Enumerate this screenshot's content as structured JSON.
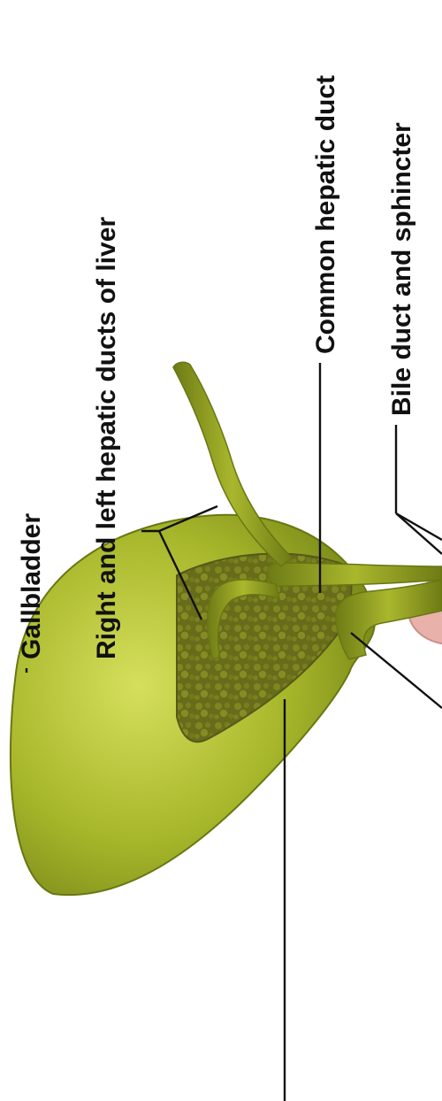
{
  "labels": {
    "gallbladder": "Gallbladder",
    "hepatic_ducts": "Right and left hepatic ducts of liver",
    "common_hepatic": "Common hepatic duct",
    "bile_duct": "Bile duct and sphincter"
  },
  "colors": {
    "organ": "#8f9e1f",
    "organ_light": "#c7d24a",
    "organ_dark": "#5f6b12",
    "mucosa": "#5e6418",
    "pancreas_hint": "#e9b3ad",
    "leader": "#111111"
  }
}
